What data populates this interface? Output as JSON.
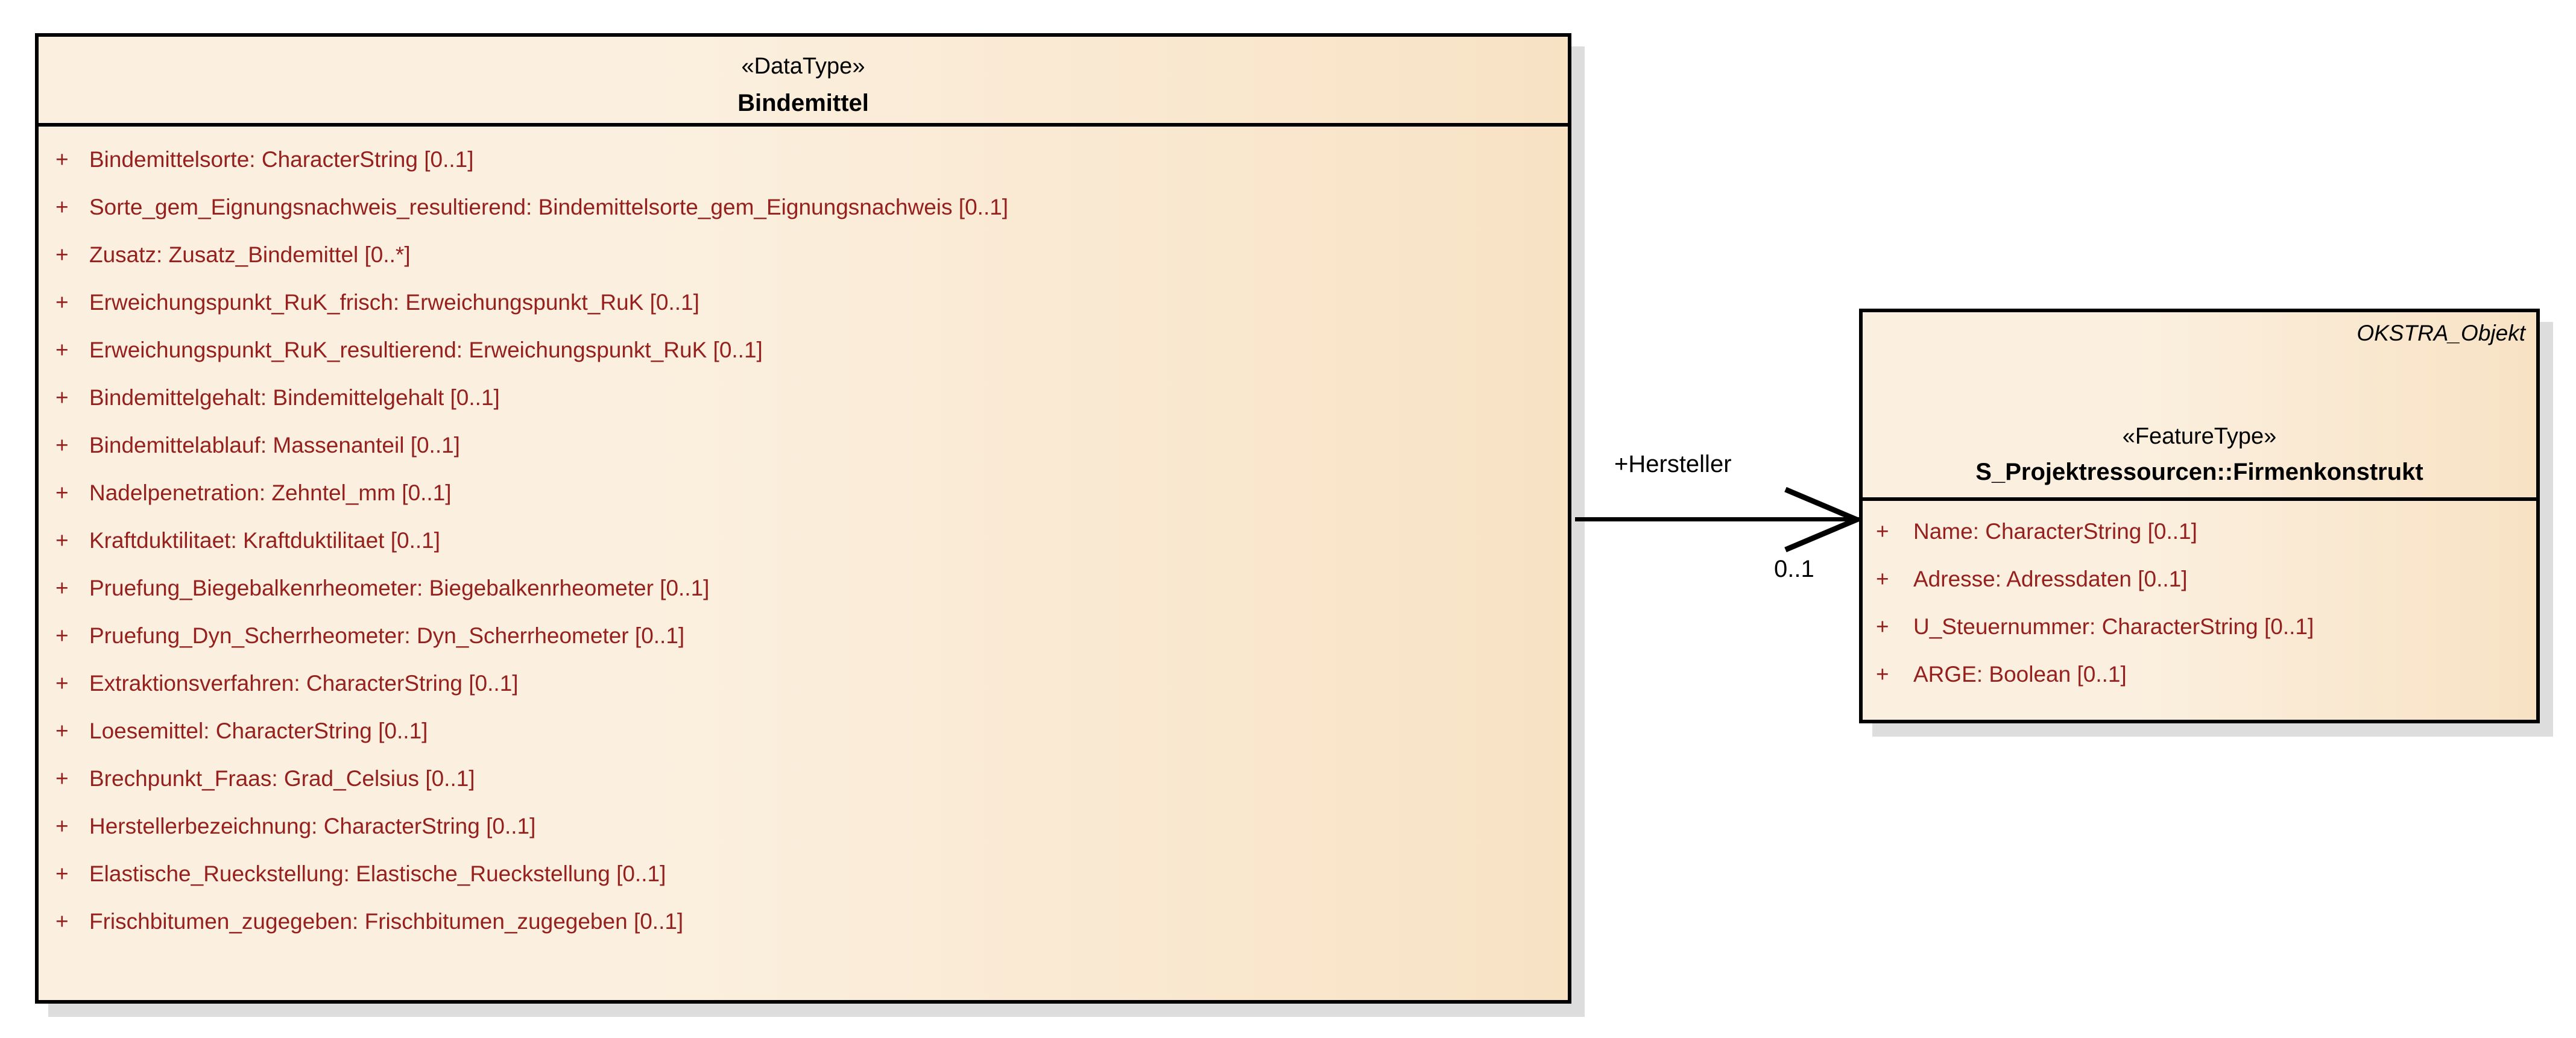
{
  "diagram": {
    "type": "uml-class-diagram",
    "background": "#ffffff",
    "colors": {
      "class_fill_left": "#fbf0e0",
      "class_fill_right": "#f8e2c4",
      "border": "#000000",
      "attribute_text": "#96201d",
      "shadow": "#dddddd"
    }
  },
  "classes": [
    {
      "id": "bindemittel",
      "stereotype": "«DataType»",
      "name": "Bindemittel",
      "supertype": "",
      "attributes": [
        {
          "visibility": "+",
          "text": "Bindemittelsorte: CharacterString [0..1]"
        },
        {
          "visibility": "+",
          "text": "Sorte_gem_Eignungsnachweis_resultierend: Bindemittelsorte_gem_Eignungsnachweis [0..1]"
        },
        {
          "visibility": "+",
          "text": "Zusatz: Zusatz_Bindemittel [0..*]"
        },
        {
          "visibility": "+",
          "text": "Erweichungspunkt_RuK_frisch: Erweichungspunkt_RuK [0..1]"
        },
        {
          "visibility": "+",
          "text": "Erweichungspunkt_RuK_resultierend: Erweichungspunkt_RuK [0..1]"
        },
        {
          "visibility": "+",
          "text": "Bindemittelgehalt: Bindemittelgehalt [0..1]"
        },
        {
          "visibility": "+",
          "text": "Bindemittelablauf: Massenanteil [0..1]"
        },
        {
          "visibility": "+",
          "text": "Nadelpenetration: Zehntel_mm [0..1]"
        },
        {
          "visibility": "+",
          "text": "Kraftduktilitaet: Kraftduktilitaet [0..1]"
        },
        {
          "visibility": "+",
          "text": "Pruefung_Biegebalkenrheometer: Biegebalkenrheometer [0..1]"
        },
        {
          "visibility": "+",
          "text": "Pruefung_Dyn_Scherrheometer: Dyn_Scherrheometer [0..1]"
        },
        {
          "visibility": "+",
          "text": "Extraktionsverfahren: CharacterString [0..1]"
        },
        {
          "visibility": "+",
          "text": "Loesemittel: CharacterString [0..1]"
        },
        {
          "visibility": "+",
          "text": "Brechpunkt_Fraas: Grad_Celsius [0..1]"
        },
        {
          "visibility": "+",
          "text": "Herstellerbezeichnung: CharacterString [0..1]"
        },
        {
          "visibility": "+",
          "text": "Elastische_Rueckstellung: Elastische_Rueckstellung [0..1]"
        },
        {
          "visibility": "+",
          "text": "Frischbitumen_zugegeben: Frischbitumen_zugegeben [0..1]"
        }
      ]
    },
    {
      "id": "firmenkonstrukt",
      "stereotype": "«FeatureType»",
      "name": "S_Projektressourcen::Firmenkonstrukt",
      "supertype": "OKSTRA_Objekt",
      "attributes": [
        {
          "visibility": "+",
          "text": "Name: CharacterString [0..1]"
        },
        {
          "visibility": "+",
          "text": "Adresse: Adressdaten [0..1]"
        },
        {
          "visibility": "+",
          "text": "U_Steuernummer: CharacterString [0..1]"
        },
        {
          "visibility": "+",
          "text": "ARGE: Boolean [0..1]"
        }
      ]
    }
  ],
  "associations": [
    {
      "id": "hersteller",
      "source": "bindemittel",
      "target": "firmenkonstrukt",
      "role_label": "+Hersteller",
      "multiplicity": "0..1",
      "arrow": "open-arrowhead",
      "direction": "left-to-right"
    }
  ]
}
